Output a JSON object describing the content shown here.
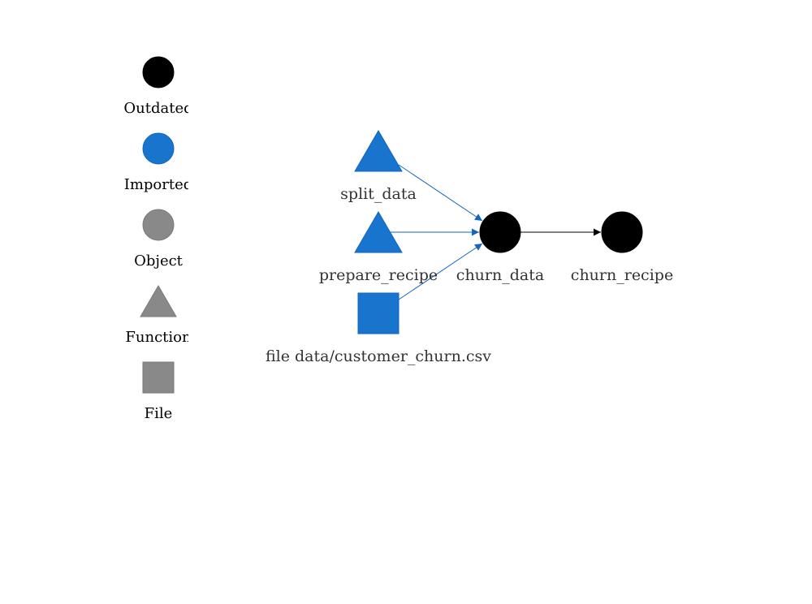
{
  "colors": {
    "outdated": "#000000",
    "imported": "#1874cd",
    "object": "#898989",
    "edge_imported": "#1565c0",
    "edge_outdated": "#000000",
    "label_text": "#333333"
  },
  "legend": {
    "items": [
      {
        "label": "Outdated",
        "shape": "circle",
        "color": "#000000"
      },
      {
        "label": "Imported",
        "shape": "circle",
        "color": "#1874cd"
      },
      {
        "label": "Object",
        "shape": "circle",
        "color": "#898989"
      },
      {
        "label": "Function",
        "shape": "triangle",
        "color": "#898989"
      },
      {
        "label": "File",
        "shape": "square",
        "color": "#898989"
      }
    ]
  },
  "graph": {
    "nodes": [
      {
        "id": "split_data",
        "label": "split_data",
        "shape": "triangle",
        "status": "imported"
      },
      {
        "id": "prepare_recipe",
        "label": "prepare_recipe",
        "shape": "triangle",
        "status": "imported"
      },
      {
        "id": "file_csv",
        "label": "file data/customer_churn.csv",
        "shape": "square",
        "status": "imported"
      },
      {
        "id": "churn_data",
        "label": "churn_data",
        "shape": "circle",
        "status": "outdated"
      },
      {
        "id": "churn_recipe",
        "label": "churn_recipe",
        "shape": "circle",
        "status": "outdated"
      }
    ],
    "edges": [
      {
        "from": "split_data",
        "to": "churn_data"
      },
      {
        "from": "prepare_recipe",
        "to": "churn_data"
      },
      {
        "from": "file_csv",
        "to": "churn_data"
      },
      {
        "from": "churn_data",
        "to": "churn_recipe"
      }
    ]
  }
}
